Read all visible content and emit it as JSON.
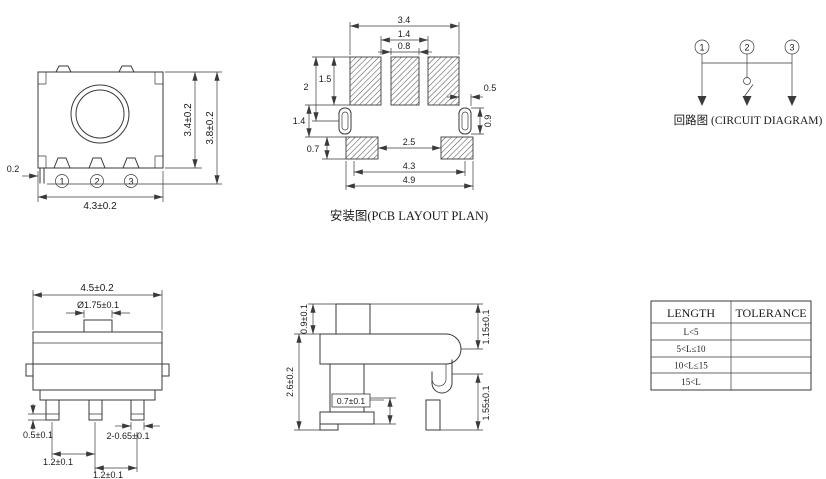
{
  "colors": {
    "line": "#3a3a3a",
    "background": "#ffffff",
    "hatch": "#555555"
  },
  "front_view": {
    "pins": [
      "1",
      "2",
      "3"
    ],
    "dim_body_height": "3.4±0.2",
    "dim_total_height": "3.8±0.2",
    "dim_width": "4.3±0.2",
    "dim_lead": "0.2"
  },
  "pcb_view": {
    "caption": "安装图(PCB LAYOUT  PLAN)",
    "dim_top_span": "3.4",
    "dim_top_gap": "1.4",
    "dim_center_pad_width": "0.8",
    "dim_pad_height_outer": "2",
    "dim_pad_height": "1.5",
    "dim_side_pad_width": "0.5",
    "dim_side_pad_height": "0.9",
    "dim_mid_gap": "1.4",
    "dim_bottom_pad_height": "0.7",
    "dim_bottom_gap": "2.5",
    "dim_bottom_span_inner": "4.3",
    "dim_bottom_span_outer": "4.9"
  },
  "circuit_view": {
    "caption": "回路图 (CIRCUIT DIAGRAM)",
    "pins": [
      "1",
      "2",
      "3"
    ]
  },
  "side_view": {
    "dim_width": "4.5±0.2",
    "dim_button_dia": "Ø1.75±0.1",
    "dim_foot_height": "0.5±0.1",
    "dim_leg_width": "2-0.65±0.1",
    "dim_pitch_left": "1.2±0.1",
    "dim_pitch_right": "1.2±0.1"
  },
  "profile_view": {
    "dim_button_height": "0.9±0.1",
    "dim_cover_height": "1.15±0.1",
    "dim_body_height": "2.6±0.2",
    "dim_step": "0.7±0.1",
    "dim_leg_height": "1.55±0.1"
  },
  "tolerance_table": {
    "header_length": "LENGTH",
    "header_tolerance": "TOLERANCE",
    "rows": [
      {
        "length": "L<5",
        "tolerance": ""
      },
      {
        "length": "5<L≤10",
        "tolerance": ""
      },
      {
        "length": "10<L≤15",
        "tolerance": ""
      },
      {
        "length": "15<L",
        "tolerance": ""
      }
    ]
  }
}
